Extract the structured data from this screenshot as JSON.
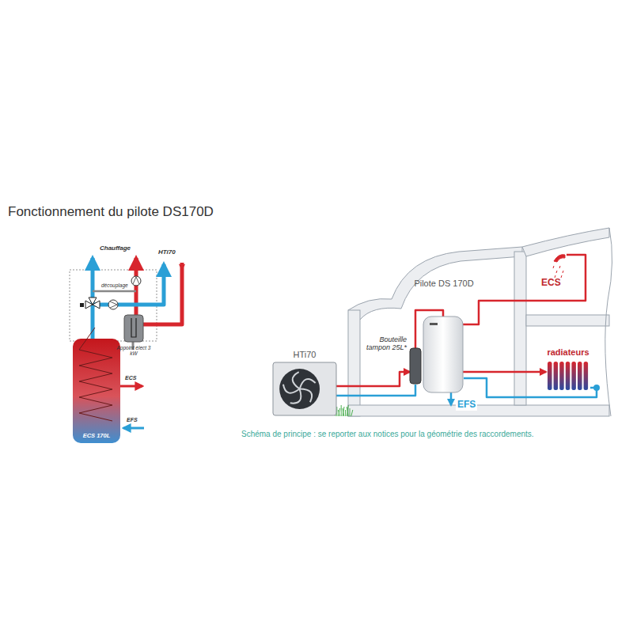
{
  "diagram": {
    "title": "Fonctionnement du pilote DS170D",
    "caption": "Schéma de principe : se reporter aux notices pour la géométrie des raccordements.",
    "nodes": [
      {
        "text": [
          "ECS 170L"
        ]
      },
      {
        "text": [
          "Appoint élect 3 kW"
        ]
      },
      {
        "text": [
          "HTi70"
        ]
      },
      {
        "text": [
          "Bouteille tampon 25L*"
        ]
      },
      {
        "text": [
          "Pilote DS 170D"
        ]
      },
      {
        "text": [
          "radiateurs"
        ]
      }
    ],
    "edges": [
      {
        "from": 2,
        "to": 3,
        "arrow": "to"
      },
      {
        "from": 3,
        "to": 4,
        "arrow": "none"
      },
      {
        "from": 4,
        "to": 5,
        "arrow": "to"
      }
    ],
    "labels": [
      "Chauffage",
      "HTi70",
      "découplage",
      "ECS",
      "EFS",
      "ECS",
      "EFS"
    ]
  }
}
